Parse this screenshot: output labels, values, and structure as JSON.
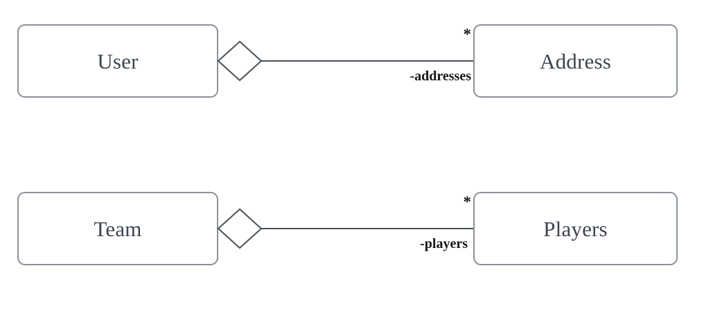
{
  "diagram": {
    "type": "uml-class-diagram",
    "background_color": "#ffffff",
    "box_border_color": "#8b8f99",
    "line_color": "#4a5059",
    "class_name_color": "#3d4450",
    "label_color": "#17181a",
    "relationships": [
      {
        "id": "user-addresses",
        "kind": "aggregation",
        "source": {
          "name": "User"
        },
        "target": {
          "name": "Address"
        },
        "role_label": "-addresses",
        "multiplicity": "*"
      },
      {
        "id": "team-players",
        "kind": "aggregation",
        "source": {
          "name": "Team"
        },
        "target": {
          "name": "Players"
        },
        "role_label": "-players",
        "multiplicity": "*"
      }
    ]
  }
}
